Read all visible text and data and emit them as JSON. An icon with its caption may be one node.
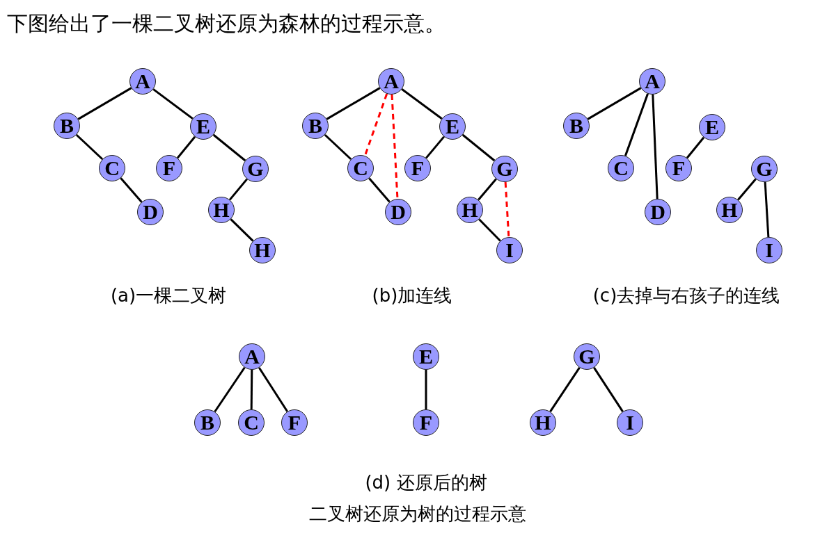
{
  "diagram": {
    "title": "下图给出了一棵二叉树还原为森林的过程示意。",
    "nodes": [
      {
        "text": [
          "A"
        ]
      },
      {
        "text": [
          "B"
        ]
      },
      {
        "text": [
          "E"
        ]
      },
      {
        "text": [
          "C"
        ]
      },
      {
        "text": [
          "F"
        ]
      },
      {
        "text": [
          "G"
        ]
      },
      {
        "text": [
          "D"
        ]
      },
      {
        "text": [
          "H"
        ]
      },
      {
        "text": [
          "H"
        ]
      },
      {
        "text": [
          "A"
        ]
      },
      {
        "text": [
          "B"
        ]
      },
      {
        "text": [
          "E"
        ]
      },
      {
        "text": [
          "C"
        ]
      },
      {
        "text": [
          "F"
        ]
      },
      {
        "text": [
          "G"
        ]
      },
      {
        "text": [
          "D"
        ]
      },
      {
        "text": [
          "H"
        ]
      },
      {
        "text": [
          "I"
        ]
      },
      {
        "text": [
          "A"
        ]
      },
      {
        "text": [
          "B"
        ]
      },
      {
        "text": [
          "E"
        ]
      },
      {
        "text": [
          "C"
        ]
      },
      {
        "text": [
          "F"
        ]
      },
      {
        "text": [
          "G"
        ]
      },
      {
        "text": [
          "D"
        ]
      },
      {
        "text": [
          "H"
        ]
      },
      {
        "text": [
          "I"
        ]
      },
      {
        "text": [
          "A"
        ]
      },
      {
        "text": [
          "E"
        ]
      },
      {
        "text": [
          "G"
        ]
      },
      {
        "text": [
          "B"
        ]
      },
      {
        "text": [
          "C"
        ]
      },
      {
        "text": [
          "F"
        ]
      },
      {
        "text": [
          "F"
        ]
      },
      {
        "text": [
          "H"
        ]
      },
      {
        "text": [
          "I"
        ]
      }
    ],
    "edges": [
      {
        "from": 0,
        "to": 1,
        "arrow": "none"
      },
      {
        "from": 1,
        "to": 3,
        "arrow": "none"
      },
      {
        "from": 3,
        "to": 6,
        "arrow": "none"
      },
      {
        "from": 0,
        "to": 2,
        "arrow": "none"
      },
      {
        "from": 2,
        "to": 4,
        "arrow": "none"
      },
      {
        "from": 2,
        "to": 5,
        "arrow": "none"
      },
      {
        "from": 5,
        "to": 7,
        "arrow": "none"
      },
      {
        "from": 7,
        "to": 8,
        "arrow": "none"
      },
      {
        "from": 9,
        "to": 10,
        "arrow": "none"
      },
      {
        "from": 10,
        "to": 12,
        "arrow": "none"
      },
      {
        "from": 12,
        "to": 15,
        "arrow": "none"
      },
      {
        "from": 9,
        "to": 11,
        "arrow": "none"
      },
      {
        "from": 11,
        "to": 13,
        "arrow": "none"
      },
      {
        "from": 11,
        "to": 14,
        "arrow": "none"
      },
      {
        "from": 14,
        "to": 16,
        "arrow": "none"
      },
      {
        "from": 16,
        "to": 17,
        "arrow": "none"
      },
      {
        "from": 9,
        "to": 12,
        "arrow": "none",
        "style": "dashed",
        "color": "#ff0000"
      },
      {
        "from": 9,
        "to": 15,
        "arrow": "none",
        "style": "dashed",
        "color": "#ff0000"
      },
      {
        "from": 14,
        "to": 17,
        "arrow": "none",
        "style": "dashed",
        "color": "#ff0000"
      },
      {
        "from": 18,
        "to": 19,
        "arrow": "none"
      },
      {
        "from": 18,
        "to": 21,
        "arrow": "none"
      },
      {
        "from": 18,
        "to": 24,
        "arrow": "none"
      },
      {
        "from": 20,
        "to": 22,
        "arrow": "none"
      },
      {
        "from": 23,
        "to": 25,
        "arrow": "none"
      },
      {
        "from": 23,
        "to": 26,
        "arrow": "none"
      },
      {
        "from": 27,
        "to": 30,
        "arrow": "none"
      },
      {
        "from": 27,
        "to": 31,
        "arrow": "none"
      },
      {
        "from": 27,
        "to": 32,
        "arrow": "none"
      },
      {
        "from": 28,
        "to": 33,
        "arrow": "none"
      },
      {
        "from": 29,
        "to": 34,
        "arrow": "none"
      },
      {
        "from": 29,
        "to": 35,
        "arrow": "none"
      }
    ],
    "labels": [
      "(a)一棵二叉树",
      "(b)加连线",
      "(c)去掉与右孩子的连线",
      "(d) 还原后的树",
      "二叉树还原为树的过程示意"
    ]
  }
}
